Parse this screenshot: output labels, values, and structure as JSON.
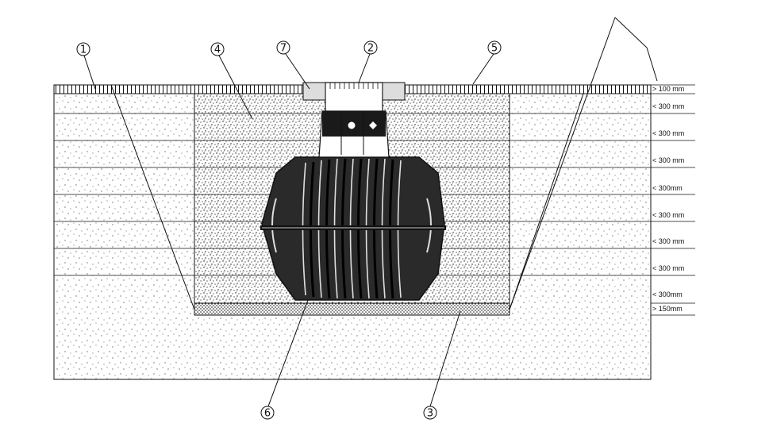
{
  "callouts": [
    {
      "id": "1",
      "label": "1"
    },
    {
      "id": "2",
      "label": "2"
    },
    {
      "id": "3",
      "label": "3"
    },
    {
      "id": "4",
      "label": "4"
    },
    {
      "id": "5",
      "label": "5"
    },
    {
      "id": "6",
      "label": "6"
    },
    {
      "id": "7",
      "label": "7"
    }
  ],
  "layers": [
    {
      "label": "> 100 mm"
    },
    {
      "label": "< 300 mm"
    },
    {
      "label": "< 300 mm"
    },
    {
      "label": "< 300 mm"
    },
    {
      "label": "< 300mm"
    },
    {
      "label": "< 300 mm"
    },
    {
      "label": "< 300 mm"
    },
    {
      "label": "< 300 mm"
    },
    {
      "label": "< 300mm"
    },
    {
      "label": "> 150mm"
    }
  ],
  "colors": {
    "line": "#111111",
    "background": "#ffffff",
    "tank": "#1a1a1a"
  }
}
